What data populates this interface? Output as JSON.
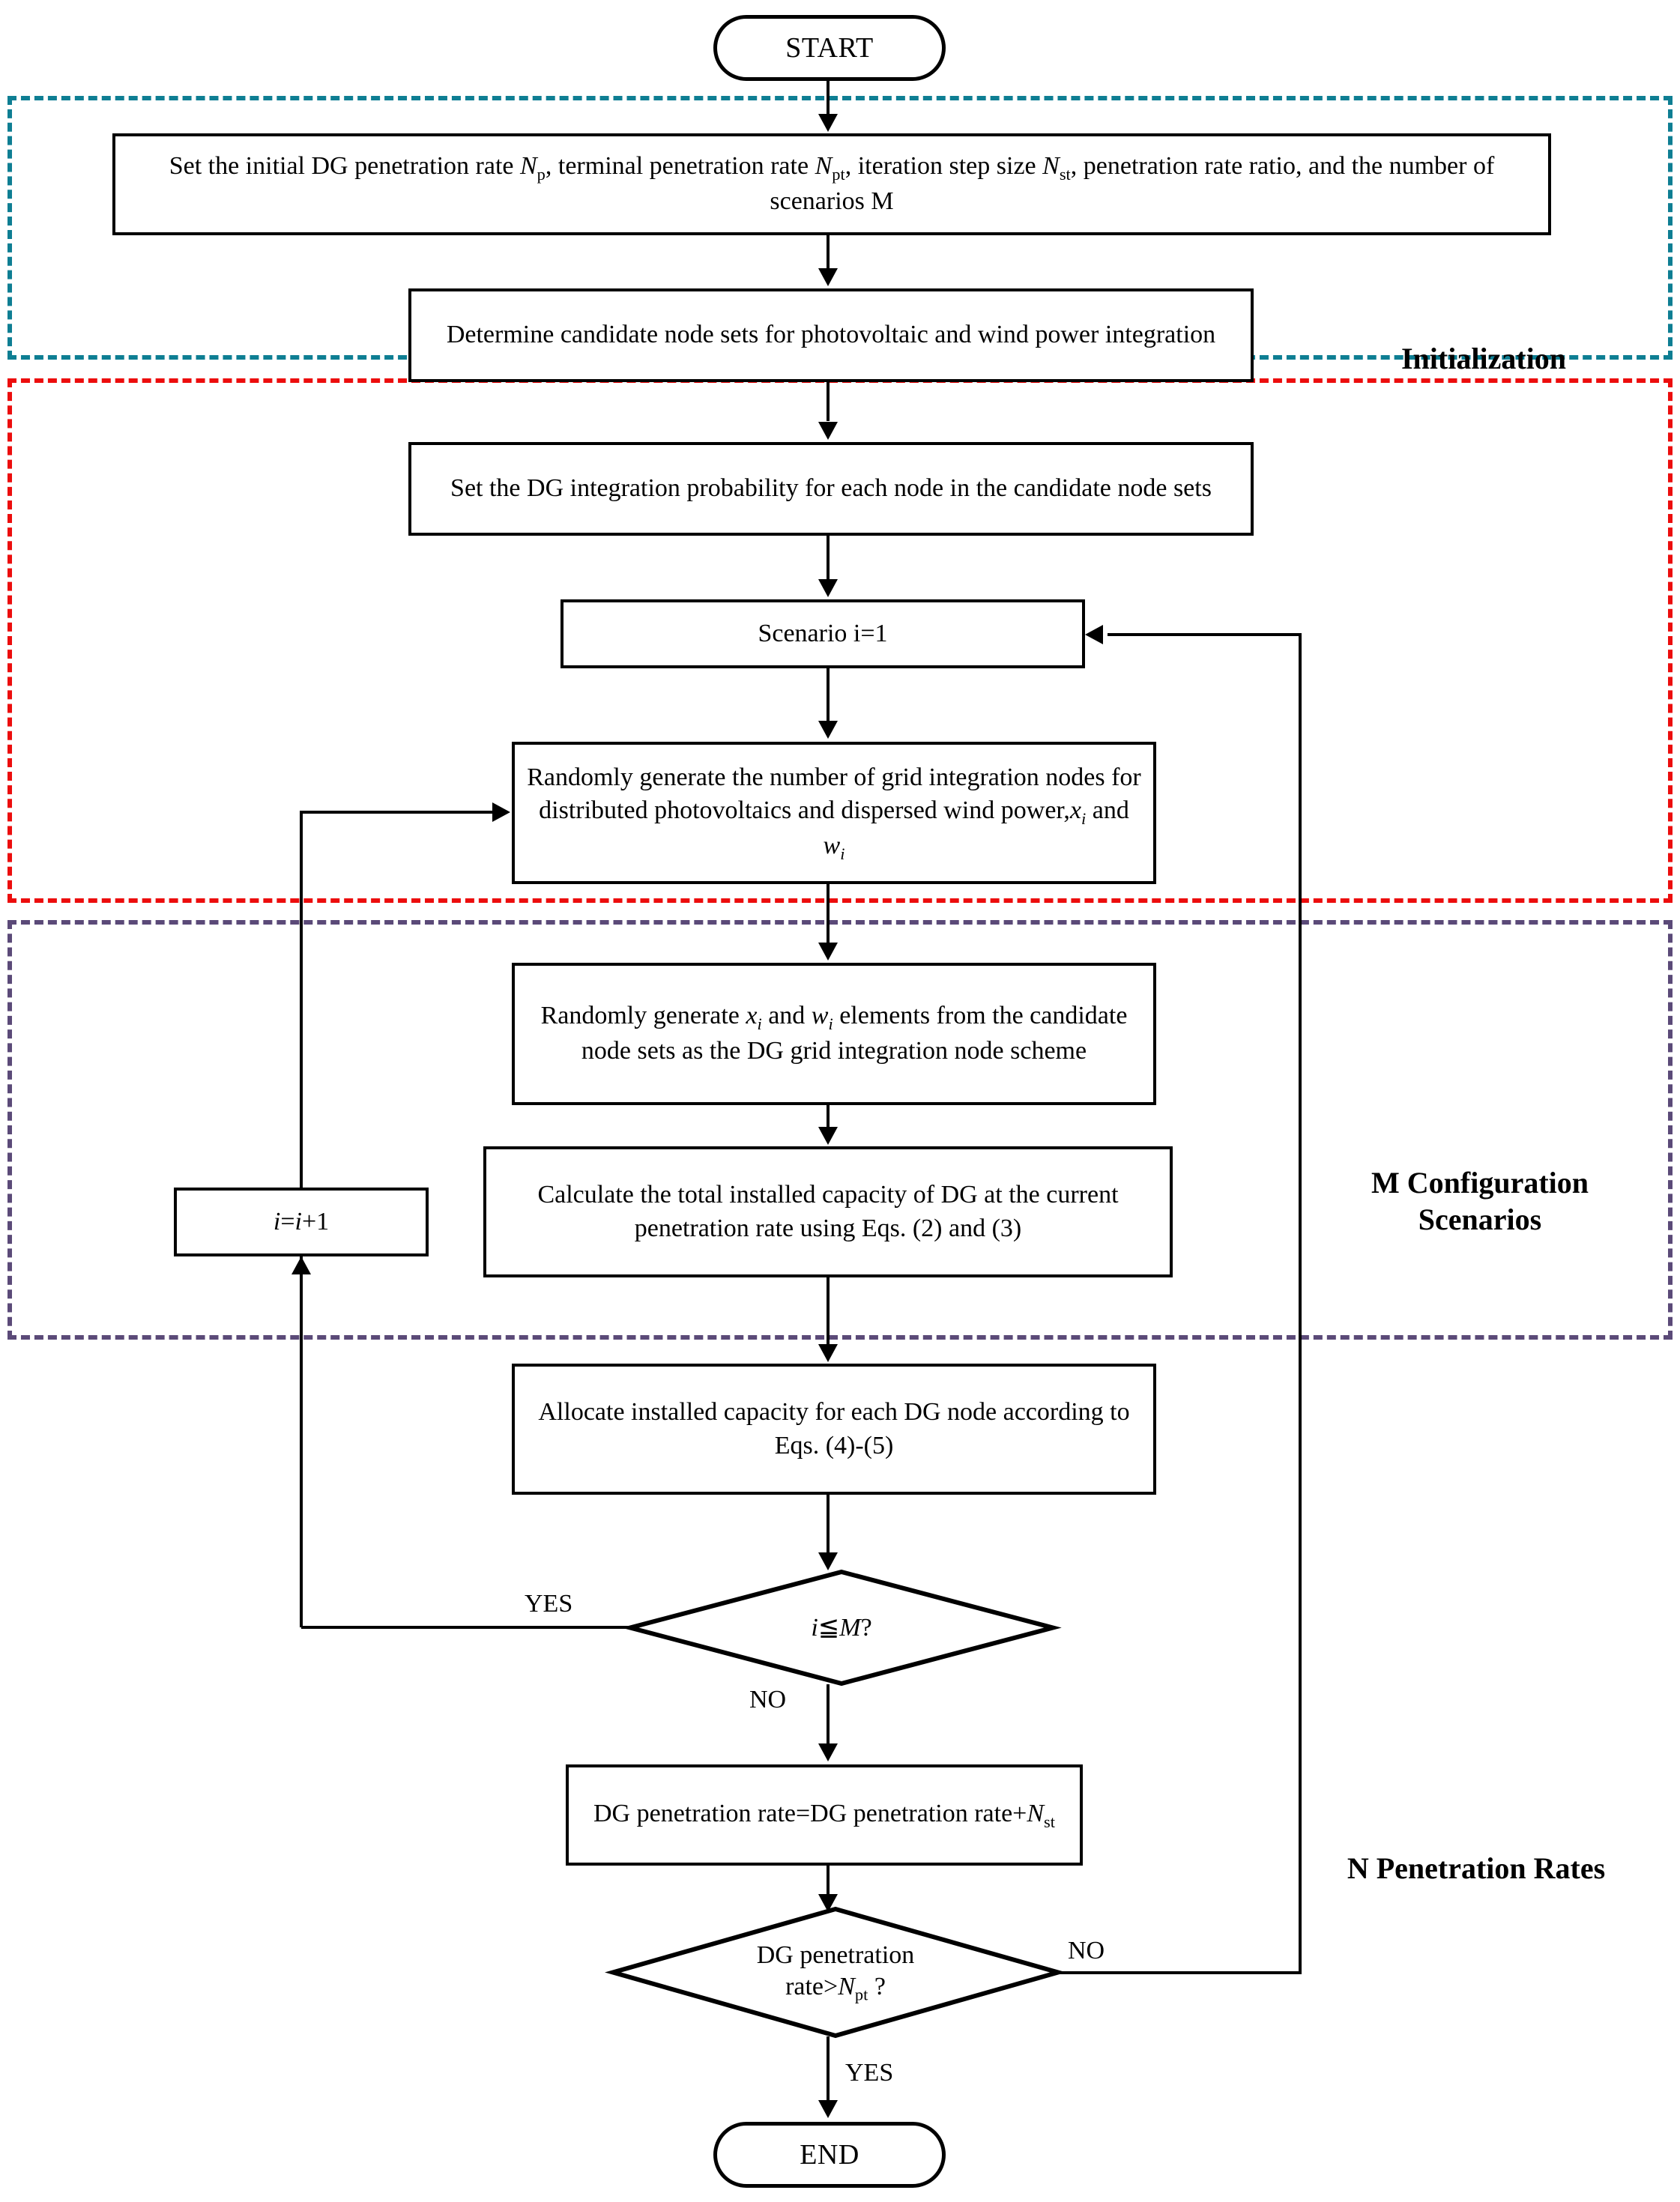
{
  "diagram": {
    "title": "DG penetration-rate scenario generation flowchart",
    "type": "flowchart"
  },
  "terminators": {
    "start": "START",
    "end": "END"
  },
  "groups": [
    {
      "key": "initialization",
      "label": "Initialization",
      "color": "#0e7e93"
    },
    {
      "key": "scenarios",
      "label": "M Configuration\nScenarios",
      "color": "#ec0d0d"
    },
    {
      "key": "penetration",
      "label": "N Penetration Rates",
      "color": "#5b4a78"
    }
  ],
  "nodes": {
    "set_params": "Set the initial DG penetration rate Np, terminal penetration rate Npt, iteration step size Nst, penetration rate ratio, and the number of scenarios M",
    "candidate_sets": "Determine candidate node sets for photovoltaic and wind power integration",
    "set_probability": "Set the DG integration probability for each node in the candidate node sets",
    "scenario_init": "Scenario i=1",
    "random_counts": "Randomly generate the number of grid integration nodes for distributed photovoltaics and dispersed wind power, xi and wi",
    "random_elements": "Randomly generate xi and wi elements from the candidate node sets as the DG grid integration node scheme",
    "calc_capacity": "Calculate the total installed capacity of DG at the current penetration rate using Eqs. (2) and (3)",
    "allocate_capacity": "Allocate installed capacity for each DG node according to Eqs. (4)-(5)",
    "increment": "i=i+1",
    "increase_rate": "DG penetration rate=DG penetration rate+Nst"
  },
  "decisions": {
    "loop_check": "i ≤ M?",
    "rate_check": "DG penetration rate>Npt ?"
  },
  "edge_labels": {
    "loop_yes": "YES",
    "loop_no": "NO",
    "rate_no": "NO",
    "rate_yes": "YES"
  }
}
